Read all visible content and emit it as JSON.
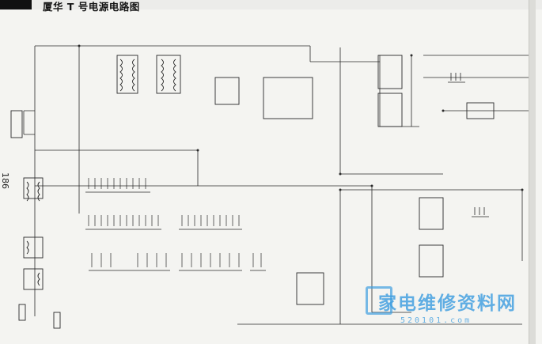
{
  "page": {
    "title": "厦华 T 号电源电路图",
    "page_number": "186"
  },
  "watermark": {
    "site_name": "家电维修资料网",
    "url": "520101.com",
    "color": "#3f9ee0"
  },
  "colors": {
    "ink": "#2a2a2a",
    "paper": "#f4f4f1"
  }
}
